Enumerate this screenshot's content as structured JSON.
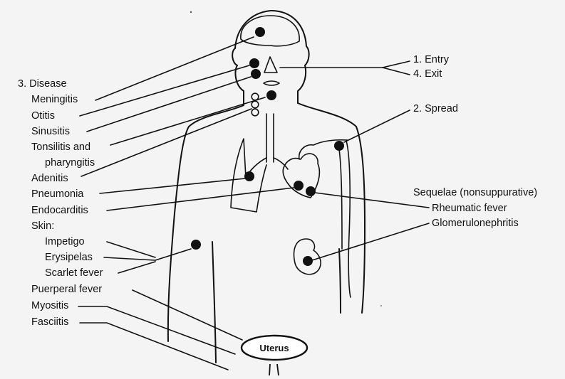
{
  "diagram": {
    "colors": {
      "background": "#f4f4f4",
      "ink": "#111111"
    },
    "labels": {
      "disease_heading": "3. Disease",
      "meningitis": "Meningitis",
      "otitis": "Otitis",
      "sinusitis": "Sinusitis",
      "tonsilitis": "Tonsilitis and",
      "pharyngitis": "pharyngitis",
      "adenitis": "Adenitis",
      "pneumonia": "Pneumonia",
      "endocarditis": "Endocarditis",
      "skin": "Skin:",
      "impetigo": "Impetigo",
      "erysipelas": "Erysipelas",
      "scarlet_fever": "Scarlet fever",
      "puerperal_fever": "Puerperal fever",
      "myositis": "Myositis",
      "fasciitis": "Fasciitis",
      "entry": "1. Entry",
      "exit": "4. Exit",
      "spread": "2. Spread",
      "sequelae": "Sequelae (nonsuppurative)",
      "rheumatic_fever": "Rheumatic fever",
      "glomerulonephritis": "Glomerulonephritis",
      "uterus": "Uterus"
    }
  }
}
